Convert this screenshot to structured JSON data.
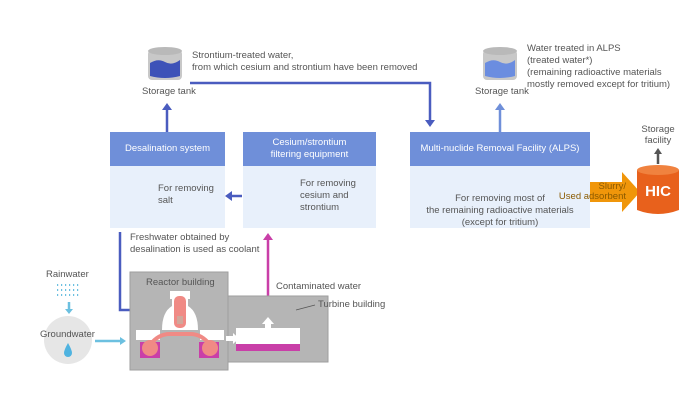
{
  "tanks": {
    "left": {
      "label": "Storage tank",
      "description_line1": "Strontium-treated water,",
      "description_line2": "from which cesium and strontium have been removed"
    },
    "right": {
      "label": "Storage tank",
      "description_line1": "Water treated in ALPS",
      "description_line2": "(treated water*)",
      "description_line3": "(remaining radioactive materials",
      "description_line4": "mostly removed except for tritium)"
    }
  },
  "boxes": {
    "desalination": {
      "title": "Desalination system",
      "desc_line1": "For removing",
      "desc_line2": "salt"
    },
    "cesium": {
      "title_line1": "Cesium/strontium",
      "title_line2": "filtering equipment",
      "desc_line1": "For removing",
      "desc_line2": "cesium and",
      "desc_line3": "strontium"
    },
    "alps": {
      "title": "Multi-nuclide Removal Facility (ALPS)",
      "desc_line1": "For removing most of",
      "desc_line2": "the remaining radioactive materials",
      "desc_line3": "(except for tritium)"
    }
  },
  "hic": {
    "label": "HIC",
    "storage_line1": "Storage",
    "storage_line2": "facility",
    "arrow_line1": "Slurry/",
    "arrow_line2": "Used adsorbent"
  },
  "flows": {
    "freshwater_line1": "Freshwater obtained by",
    "freshwater_line2": "desalination is used as coolant",
    "contaminated": "Contaminated water"
  },
  "site": {
    "rainwater": "Rainwater",
    "groundwater": "Groundwater",
    "reactor": "Reactor building",
    "turbine": "Turbine building"
  },
  "colors": {
    "box_header": "#6f8fd9",
    "box_body": "#e8f0fb",
    "flow_blue": "#4a5cbf",
    "contaminated": "#c93fa8",
    "hic": "#e8611c",
    "slurry_arrow": "#f0960a",
    "groundwater": "#6cc0e0"
  }
}
